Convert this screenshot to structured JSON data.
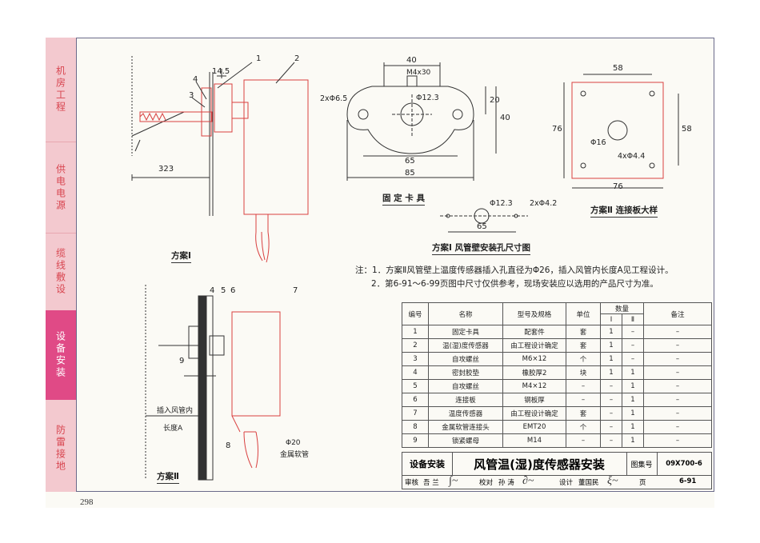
{
  "sidebar": {
    "items": [
      {
        "label": "机房工程",
        "active": false
      },
      {
        "label": "供电电源",
        "active": false
      },
      {
        "label": "缆线敷设",
        "active": false
      },
      {
        "label": "设备安装",
        "active": true
      },
      {
        "label": "防雷接地",
        "active": false
      }
    ]
  },
  "drawing1": {
    "caption": "方案Ⅰ",
    "callouts": [
      "1",
      "2",
      "3",
      "4"
    ],
    "dims": {
      "d1": "14.5",
      "d2": "323"
    }
  },
  "drawing2": {
    "caption": "固 定 卡 具",
    "dims": {
      "top": "40",
      "thread": "M4x30",
      "holes": "2xΦ6.5",
      "center": "Φ12.3",
      "h1": "20",
      "h2": "40",
      "w1": "65",
      "w2": "85"
    }
  },
  "drawing3": {
    "caption": "方案Ⅱ 连接板大样",
    "dims": {
      "top": "58",
      "left": "76",
      "right": "58",
      "bottom": "76",
      "center": "Φ16",
      "holes": "4xΦ4.4"
    }
  },
  "drawing4": {
    "caption": "方案Ⅰ 风管壁安装孔尺寸图",
    "dims": {
      "center": "Φ12.3",
      "holes": "2xΦ4.2",
      "width": "65"
    }
  },
  "drawing5": {
    "caption": "方案Ⅱ",
    "callouts": [
      "4",
      "5",
      "6",
      "7",
      "9",
      "8"
    ],
    "insert_label": [
      "插入风管内",
      "长度A"
    ],
    "conduit": [
      "Φ20",
      "金属软管"
    ]
  },
  "notes": {
    "line1": "注：1．方案Ⅱ风管壁上温度传感器插入孔直径为Φ26，插入风管内长度A见工程设计。",
    "line2": "2．第6-91～6-99页图中尺寸仅供参考，现场安装应以选用的产品尺寸为准。"
  },
  "table": {
    "headers": {
      "no": "编号",
      "name": "名称",
      "model": "型号及规格",
      "unit": "单位",
      "qty": "数量",
      "q1": "Ⅰ",
      "q2": "Ⅱ",
      "remark": "备注"
    },
    "rows": [
      {
        "no": "1",
        "name": "固定卡具",
        "model": "配套件",
        "unit": "套",
        "q1": "1",
        "q2": "–",
        "remark": "–"
      },
      {
        "no": "2",
        "name": "温(湿)度传感器",
        "model": "由工程设计确定",
        "unit": "套",
        "q1": "1",
        "q2": "–",
        "remark": "–"
      },
      {
        "no": "3",
        "name": "自攻螺丝",
        "model": "M6×12",
        "unit": "个",
        "q1": "1",
        "q2": "–",
        "remark": "–"
      },
      {
        "no": "4",
        "name": "密封胶垫",
        "model": "橡胶厚2",
        "unit": "块",
        "q1": "1",
        "q2": "1",
        "remark": "–"
      },
      {
        "no": "5",
        "name": "自攻螺丝",
        "model": "M4×12",
        "unit": "–",
        "q1": "–",
        "q2": "1",
        "remark": "–"
      },
      {
        "no": "6",
        "name": "连接板",
        "model": "钢板厚",
        "unit": "–",
        "q1": "–",
        "q2": "1",
        "remark": "–"
      },
      {
        "no": "7",
        "name": "温度传感器",
        "model": "由工程设计确定",
        "unit": "套",
        "q1": "–",
        "q2": "1",
        "remark": "–"
      },
      {
        "no": "8",
        "name": "金属软管连接头",
        "model": "EMT20",
        "unit": "个",
        "q1": "–",
        "q2": "1",
        "remark": "–"
      },
      {
        "no": "9",
        "name": "锁紧螺母",
        "model": "M14",
        "unit": "–",
        "q1": "–",
        "q2": "1",
        "remark": "–"
      }
    ]
  },
  "title_block": {
    "section": "设备安装",
    "title": "风管温(湿)度传感器安装",
    "atlas_label": "图集号",
    "atlas_no": "09X700-6",
    "review": "审核",
    "reviewer": "吾 兰",
    "check": "校对",
    "checker": "孙 涛",
    "design": "设计",
    "designer": "董国民",
    "page_label": "页",
    "page": "6-91"
  },
  "page_number": "298",
  "colors": {
    "red": "#d94040",
    "pink": "#f3c9cf",
    "magenta": "#e04a86",
    "line": "#333333"
  }
}
